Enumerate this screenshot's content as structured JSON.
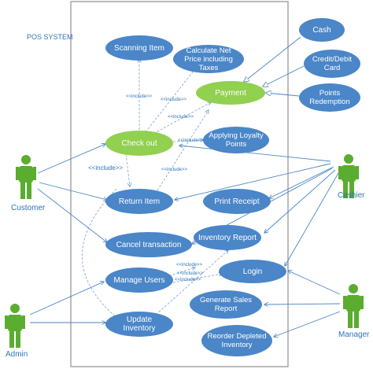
{
  "system": {
    "title": "POS SYSTEM"
  },
  "actors": {
    "customer": "Customer",
    "cashier": "Cashier",
    "admin": "Admin",
    "manager": "Manager"
  },
  "use_cases": {
    "scanning_item": "Scanning Item",
    "calculate_net_price": "Calculate Net Price including Taxes",
    "payment": "Payment",
    "cash": "Cash",
    "credit_debit_card": "Credit/Debit Card",
    "points_redemption": "Points Redemption",
    "check_out": "Check out",
    "applying_loyalty_points": "Applying Loyalty Points",
    "return_item": "Return Item",
    "print_receipt": "Print Receipt",
    "cancel_transaction": "Cancel transaction",
    "inventory_report": "Inventory Report",
    "login": "Login",
    "manage_users": "Manage Users",
    "generate_sales_report": "Generate Sales Report",
    "update_inventory": "Update Inventory",
    "reorder_depleted_inventory": "Reorder Depleted Inventory"
  },
  "relation_labels": {
    "include": "<<include>>"
  },
  "colors": {
    "use_case": "#4a86c8",
    "highlight": "#92d050",
    "actor": "#5aad2e",
    "lines": "#4a86c8",
    "boundary": "#a6a6a6"
  }
}
